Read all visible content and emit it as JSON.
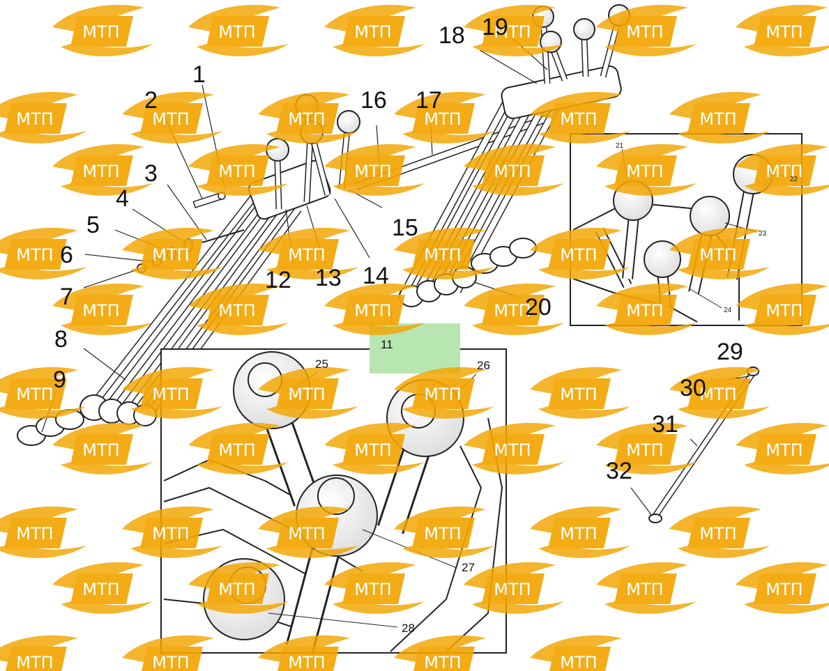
{
  "watermark": {
    "text": "МТП",
    "color": "#f2a500",
    "text_color": "#ffffff"
  },
  "highlight_color": "#b8e6b0",
  "callouts": {
    "c1": "1",
    "c2": "2",
    "c3": "3",
    "c4": "4",
    "c5": "5",
    "c6": "6",
    "c7": "7",
    "c8": "8",
    "c9": "9",
    "c11": "11",
    "c12": "12",
    "c13": "13",
    "c14": "14",
    "c15": "15",
    "c16": "16",
    "c17": "17",
    "c18": "18",
    "c19": "19",
    "c20": "20",
    "c21": "21",
    "c22": "22",
    "c23": "23",
    "c24": "24",
    "c25": "25",
    "c26": "26",
    "c27": "27",
    "c28": "28",
    "c29": "29",
    "c30": "30",
    "c31": "31",
    "c32": "32"
  }
}
